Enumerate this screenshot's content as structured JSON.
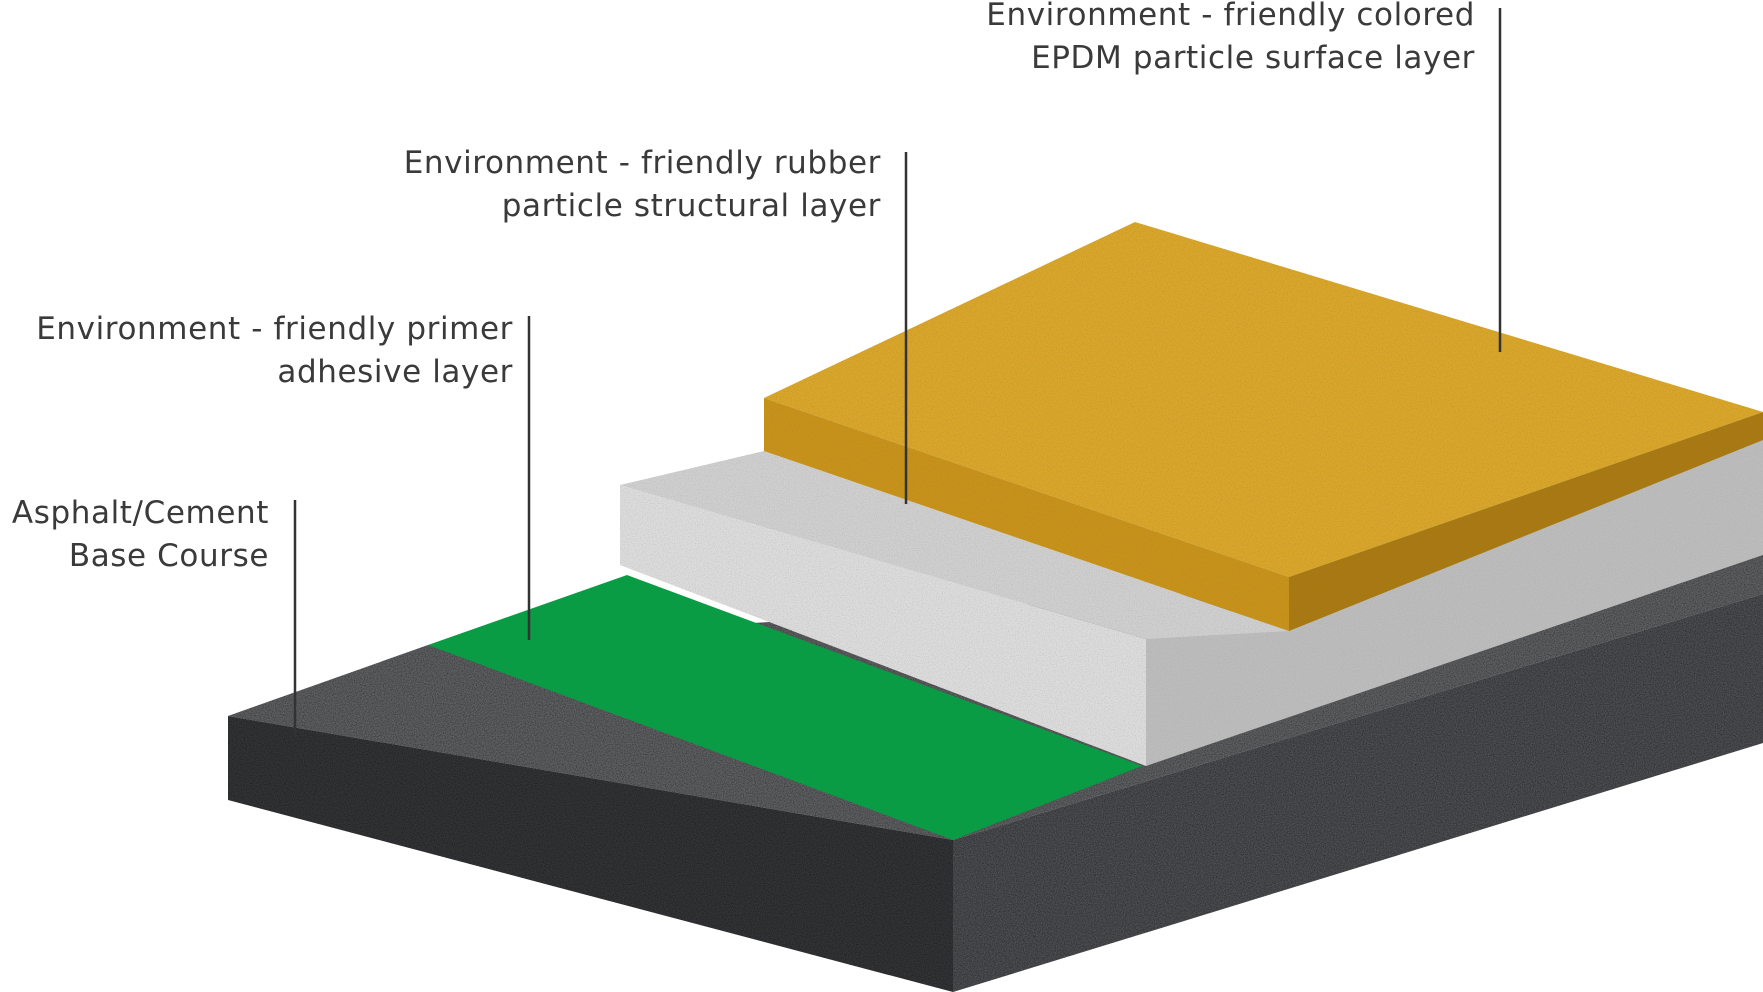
{
  "labels": {
    "surface_layer": [
      "Environment - friendly colored",
      "EPDM particle surface layer"
    ],
    "structural_layer": [
      "Environment - friendly rubber",
      "particle structural layer"
    ],
    "primer_layer": [
      "Environment - friendly primer",
      "adhesive layer"
    ],
    "base_course": [
      "Asphalt/Cement",
      "Base Course"
    ]
  },
  "colors": {
    "base_top": "#5a5b5d",
    "base_front": "#333436",
    "base_side": "#4a4b4d",
    "primer": "#0a9b45",
    "structural_top": "#c9c9c9",
    "structural_front": "#dcdcdc",
    "structural_side": "#bdbdbd",
    "surface_top": "#d8a52a",
    "surface_front": "#c8921a",
    "surface_side": "#b07e14",
    "leader": "#333333",
    "text": "#3a3a3a"
  }
}
